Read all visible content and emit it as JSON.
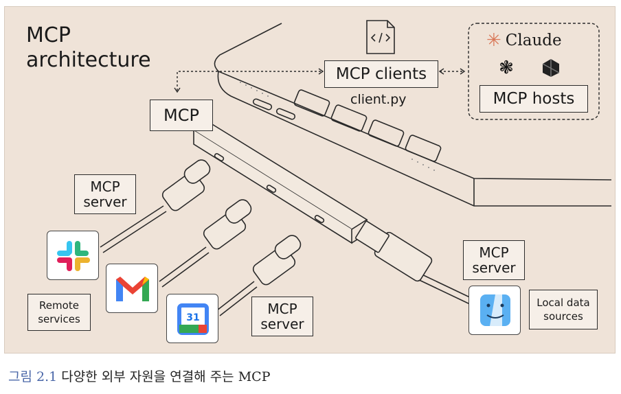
{
  "diagram": {
    "title_line1": "MCP",
    "title_line2": "architecture",
    "mcp_hub_label": "MCP",
    "mcp_clients_label": "MCP clients",
    "client_file": "client.py",
    "claude_label": "Claude",
    "mcp_hosts_label": "MCP hosts",
    "server_label_top_line1": "MCP",
    "server_label_top_line2": "server",
    "server_label_bottom_line1": "MCP",
    "server_label_bottom_line2": "server",
    "server_label_right_line1": "MCP",
    "server_label_right_line2": "server",
    "remote_services_line1": "Remote",
    "remote_services_line2": "services",
    "local_sources_line1": "Local data",
    "local_sources_line2": "sources",
    "calendar_day": "31"
  },
  "caption": {
    "prefix": "그림 2.1",
    "text": " 다양한 외부 자원을 연결해 주는 MCP"
  },
  "colors": {
    "panel_bg": "#efe3d8",
    "caption_number": "#4a67a8",
    "claude_orange": "#d97757",
    "gmail_red": "#ea4335",
    "calendar_blue": "#4285f4"
  },
  "icons": [
    "code-file-icon",
    "claude-sunburst-icon",
    "openai-logo-icon",
    "cube-logo-icon",
    "slack-logo-icon",
    "gmail-logo-icon",
    "google-calendar-icon",
    "finder-icon"
  ]
}
